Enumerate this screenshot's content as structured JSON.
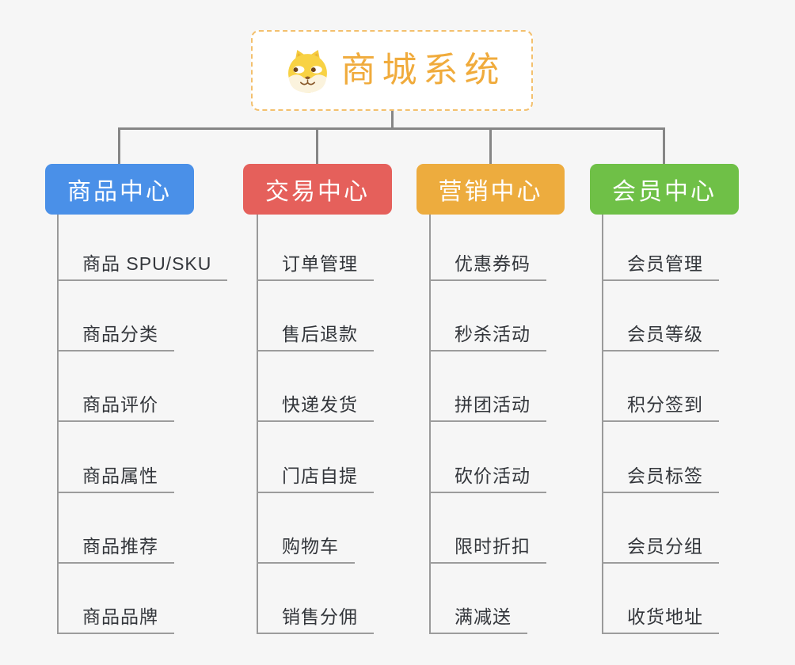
{
  "root": {
    "label": "商城系统",
    "icon": "shiba-dog-icon",
    "text_color": "#f0ab3c",
    "border_color": "#f3c06e",
    "background": "#ffffff"
  },
  "branches": [
    {
      "label": "商品中心",
      "color": "#4a90e8",
      "items": [
        "商品 SPU/SKU",
        "商品分类",
        "商品评价",
        "商品属性",
        "商品推荐",
        "商品品牌"
      ]
    },
    {
      "label": "交易中心",
      "color": "#e5605b",
      "items": [
        "订单管理",
        "售后退款",
        "快递发货",
        "门店自提",
        "购物车",
        "销售分佣"
      ]
    },
    {
      "label": "营销中心",
      "color": "#edac3e",
      "items": [
        "优惠券码",
        "秒杀活动",
        "拼团活动",
        "砍价活动",
        "限时折扣",
        "满减送"
      ]
    },
    {
      "label": "会员中心",
      "color": "#6fc047",
      "items": [
        "会员管理",
        "会员等级",
        "积分签到",
        "会员标签",
        "会员分组",
        "收货地址"
      ]
    }
  ],
  "canvas": {
    "background": "#f6f6f6",
    "connector_color": "#868686",
    "underline_color": "#9c9c9c",
    "leaf_text_color": "#33363b"
  }
}
